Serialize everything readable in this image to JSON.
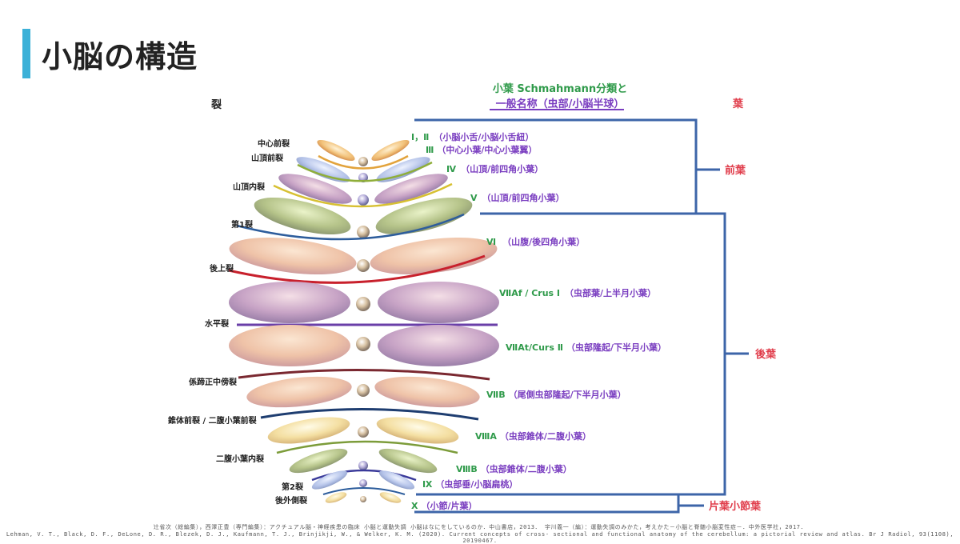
{
  "title": "小脳の構造",
  "headers": {
    "fissure": "裂",
    "lobule_line1": "小葉 Schmahmann分類と",
    "lobule_line2": "一般名称（虫部/小脳半球）",
    "lobe": "葉"
  },
  "fissures": [
    "中心前裂",
    "山頂前裂",
    "山頂内裂",
    "第1裂",
    "後上裂",
    "水平裂",
    "係蹄正中傍裂",
    "錐体前裂 / 二腹小葉前裂",
    "二腹小葉内裂",
    "第2裂",
    "後外側裂"
  ],
  "lobules": [
    {
      "roman": "Ⅰ，Ⅱ",
      "name": "（小脳小舌/小脳小舌紐）"
    },
    {
      "roman": "Ⅲ",
      "name": "（中心小葉/中心小葉翼）"
    },
    {
      "roman": "Ⅳ",
      "name": "（山頂/前四角小葉）"
    },
    {
      "roman": "Ⅴ",
      "name": "（山頂/前四角小葉）"
    },
    {
      "roman": "Ⅵ",
      "name": "（山腹/後四角小葉）"
    },
    {
      "roman": "ⅦAf / Crus Ⅰ",
      "name": "（虫部葉/上半月小葉）"
    },
    {
      "roman": "ⅦAt/Curs Ⅱ",
      "name": "（虫部隆起/下半月小葉）"
    },
    {
      "roman": "ⅦB",
      "name": "（尾側虫部隆起/下半月小葉）"
    },
    {
      "roman": "ⅧA",
      "name": "（虫部錐体/二腹小葉）"
    },
    {
      "roman": "ⅧB",
      "name": "（虫部錐体/二腹小葉）"
    },
    {
      "roman": "Ⅸ",
      "name": "（虫部垂/小脳扁桃）"
    },
    {
      "roman": "Ⅹ",
      "name": "（小節/片葉）"
    }
  ],
  "lobes": [
    "前葉",
    "後葉",
    "片葉小節葉"
  ],
  "references": [
    "辻省次（総編集），西澤正豊（専門編集）：アクチュアル脳・神経疾患の臨床 小脳と運動失調 小脳はなにをしているのか．中山書店，2013． 宇川義一（編）：運動失調のみかた，考えかた－小脳と脊髄小脳変性症－．中外医学社，2017．",
    "Lehman, V. T., Black, D. F., DeLone, D. R., Blezek, D. J., Kaufmann, T. J., Brinjikji, W., & Welker, K. M. (2020). Current concepts of cross- sectional and functional anatomy of the cerebellum: a pictorial review and atlas. Br J Radiol, 93(1108), 20190467."
  ],
  "colors": {
    "accent": "#3cb1d8",
    "bracket": "#3d65a8",
    "lobe_text": "#e03c4a",
    "roman_text": "#2f9a4a",
    "name_text": "#7a3ec0"
  }
}
